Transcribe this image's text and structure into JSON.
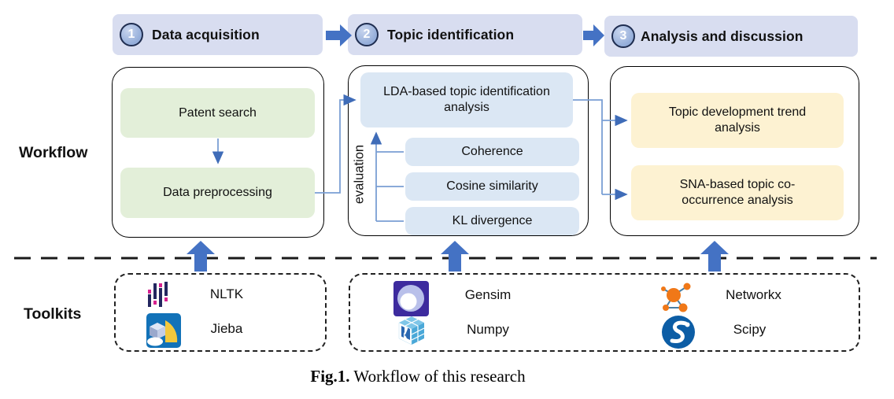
{
  "phases": [
    {
      "number": "1",
      "label": "Data acquisition"
    },
    {
      "number": "2",
      "label": "Topic identification"
    },
    {
      "number": "3",
      "label": "Analysis and discussion"
    }
  ],
  "row_labels": {
    "workflow": "Workflow",
    "toolkits": "Toolkits"
  },
  "workflow": {
    "acquisition": {
      "step1": "Patent search",
      "step2": "Data preprocessing"
    },
    "identification": {
      "main": "LDA-based topic identification analysis",
      "evaluation_label": "evaluation",
      "metrics": [
        "Coherence",
        "Cosine similarity",
        "KL divergence"
      ]
    },
    "analysis": {
      "output1": "Topic development trend analysis",
      "output2": "SNA-based topic co-occurrence analysis"
    }
  },
  "toolkits": {
    "group1": [
      {
        "name": "NLTK",
        "icon": "nltk-icon"
      },
      {
        "name": "Jieba",
        "icon": "jieba-icon"
      }
    ],
    "group2": [
      {
        "name": "Gensim",
        "icon": "gensim-icon"
      },
      {
        "name": "Numpy",
        "icon": "numpy-icon"
      },
      {
        "name": "Networkx",
        "icon": "networkx-icon"
      },
      {
        "name": "Scipy",
        "icon": "scipy-icon"
      }
    ]
  },
  "caption": {
    "tag": "Fig.1.",
    "text": " Workflow of this research"
  },
  "colors": {
    "header_pill": "#d8ddf0",
    "arrow_blue": "#4472c4",
    "step_green": "#e3efd9",
    "step_blue": "#dbe7f4",
    "step_yellow": "#fdf2d2",
    "connector": "#6f96cf"
  }
}
